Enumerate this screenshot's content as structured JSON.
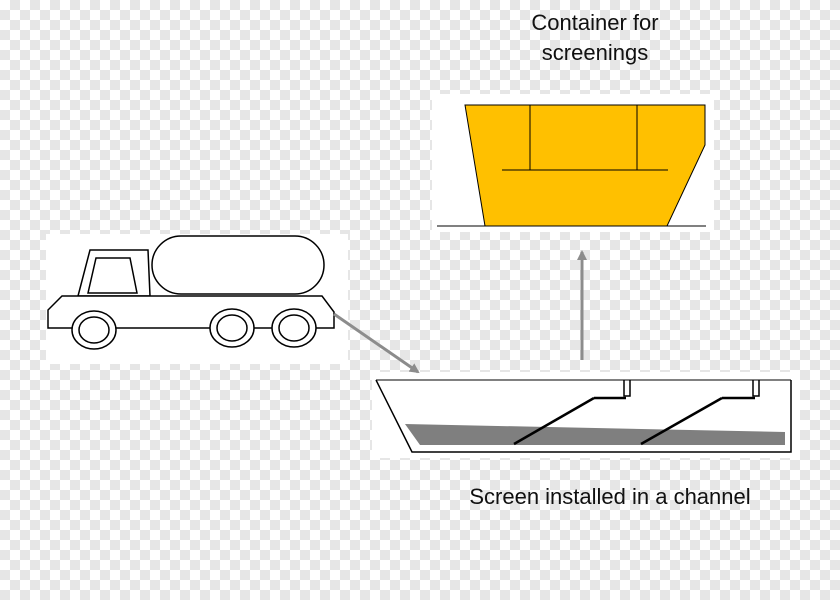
{
  "labels": {
    "container_line1": "Container for",
    "container_line2": "screenings",
    "screen": "Screen installed in a channel"
  },
  "colors": {
    "container_fill": "#FFC000",
    "water_fill": "#7f7f7f",
    "arrow": "#8c8c8c",
    "panel": "#ffffff",
    "outline": "#000000"
  },
  "icons": {
    "truck": "tanker-truck-icon",
    "container": "skip-container-icon",
    "channel": "channel-screen-icon"
  }
}
